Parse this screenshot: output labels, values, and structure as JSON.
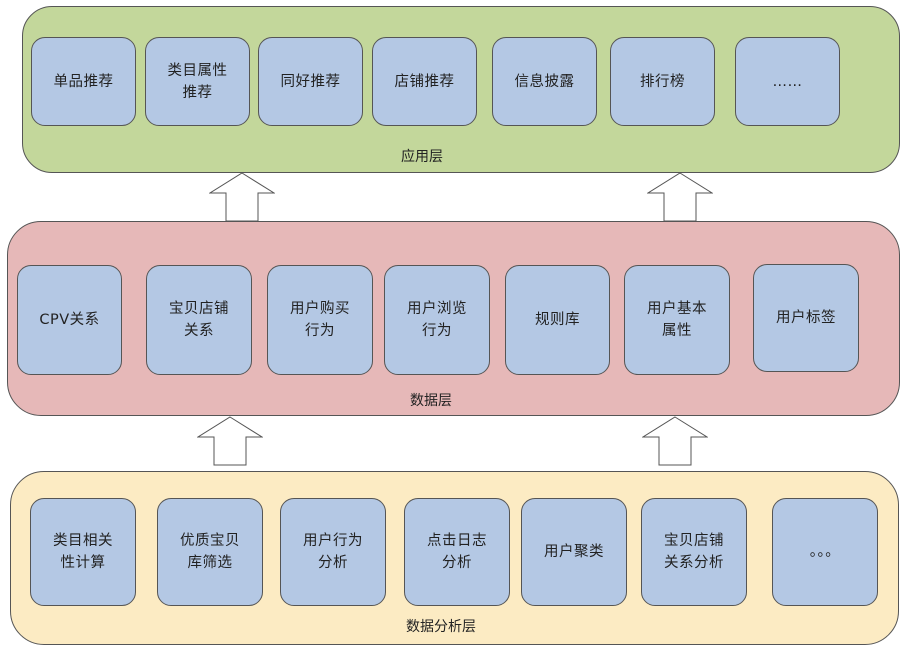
{
  "layers": {
    "application": {
      "label": "应用层",
      "color": "#c3d79b",
      "items": [
        "单品推荐",
        "类目属性\n推荐",
        "同好推荐",
        "店铺推荐",
        "信息披露",
        "排行榜",
        "……"
      ]
    },
    "data": {
      "label": "数据层",
      "color": "#e6b8b8",
      "items": [
        "CPV关系",
        "宝贝店铺\n关系",
        "用户购买\n行为",
        "用户浏览\n行为",
        "规则库",
        "用户基本\n属性",
        "用户标签"
      ]
    },
    "analysis": {
      "label": "数据分析层",
      "color": "#fcebc3",
      "items": [
        "类目相关\n性计算",
        "优质宝贝\n库筛选",
        "用户行为\n分析",
        "点击日志\n分析",
        "用户聚类",
        "宝贝店铺\n关系分析",
        "。。。"
      ]
    }
  },
  "box_color": "#b4c8e4"
}
